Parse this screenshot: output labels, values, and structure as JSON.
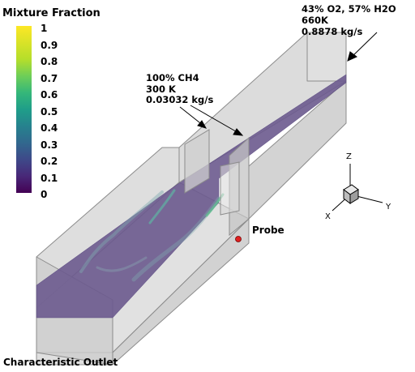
{
  "legend": {
    "title": "Mixture Fraction",
    "ticks": [
      "1",
      "0.9",
      "0.8",
      "0.7",
      "0.6",
      "0.5",
      "0.4",
      "0.3",
      "0.2",
      "0.1",
      "0"
    ],
    "colors": [
      "#fde725",
      "#b5de2b",
      "#6ece58",
      "#35b779",
      "#1f9e89",
      "#26828e",
      "#31688e",
      "#3e4989",
      "#482878",
      "#440154"
    ]
  },
  "annotations": {
    "oxidizer_inlet": [
      "43% O2, 57% H2O",
      "660K",
      "0.8878 kg/s"
    ],
    "fuel_inlet": [
      "100% CH4",
      "300 K",
      "0.03032 kg/s"
    ],
    "probe": "Probe",
    "outlet": "Characteristic Outlet"
  },
  "axes": {
    "z": "Z",
    "x": "X",
    "y": "Y"
  },
  "colors": {
    "domain_fill": "#cfcfcf",
    "domain_edge": "#8c8c8c",
    "slice_fill": "#6c5a8e",
    "probe": "#e02020"
  }
}
